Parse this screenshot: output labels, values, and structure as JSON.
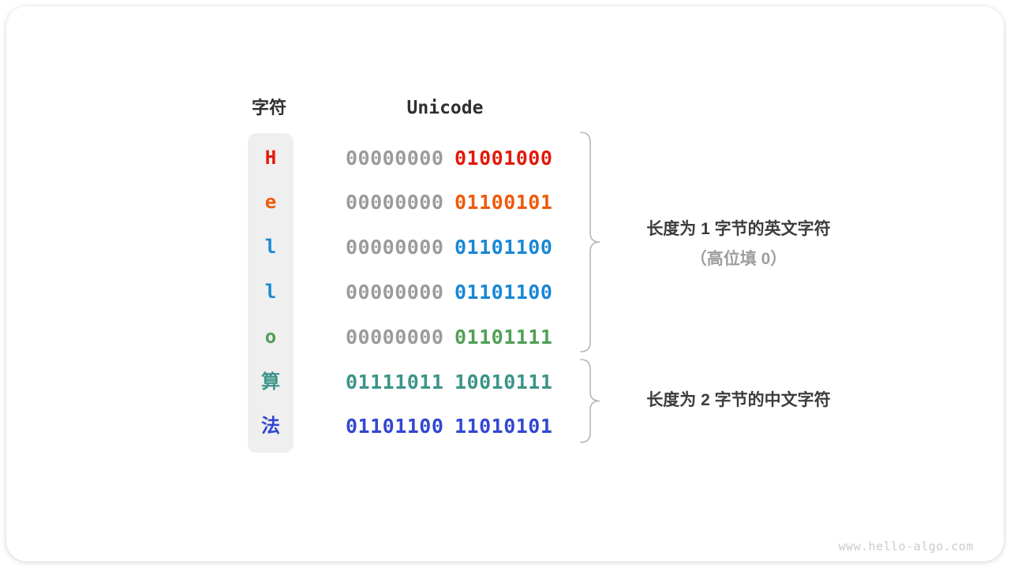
{
  "figure": {
    "header": {
      "char_column": "字符",
      "unicode_column": "Unicode"
    },
    "rows": [
      {
        "char": "H",
        "byte1": "00000000",
        "byte2": "01001000",
        "char_color": "#e2190b",
        "byte1_color": "#9b9b9b",
        "byte2_color": "#e2190b"
      },
      {
        "char": "e",
        "byte1": "00000000",
        "byte2": "01100101",
        "char_color": "#ee5a0c",
        "byte1_color": "#9b9b9b",
        "byte2_color": "#ee5a0c"
      },
      {
        "char": "l",
        "byte1": "00000000",
        "byte2": "01101100",
        "char_color": "#1987d5",
        "byte1_color": "#9b9b9b",
        "byte2_color": "#1987d5"
      },
      {
        "char": "l",
        "byte1": "00000000",
        "byte2": "01101100",
        "char_color": "#1987d5",
        "byte1_color": "#9b9b9b",
        "byte2_color": "#1987d5"
      },
      {
        "char": "o",
        "byte1": "00000000",
        "byte2": "01101111",
        "char_color": "#50a055",
        "byte1_color": "#9b9b9b",
        "byte2_color": "#50a055"
      },
      {
        "char": "算",
        "byte1": "01111011",
        "byte2": "10010111",
        "char_color": "#3c9488",
        "byte1_color": "#3c9488",
        "byte2_color": "#3c9488"
      },
      {
        "char": "法",
        "byte1": "01101100",
        "byte2": "11010101",
        "char_color": "#3347d1",
        "byte1_color": "#3347d1",
        "byte2_color": "#3347d1"
      }
    ],
    "annotations": {
      "english": {
        "line1": "长度为 1 字节的英文字符",
        "line2": "（高位填 0）"
      },
      "chinese": {
        "line1": "长度为 2 字节的中文字符"
      }
    },
    "watermark": "www.hello-algo.com",
    "colors": {
      "char_column_bg": "#efefef",
      "brace": "#b6b6b6",
      "header_text": "#2f2f2f",
      "annotation_text": "#3c3c3c",
      "annotation_muted": "#9e9e9e",
      "byte_muted": "#9b9b9b",
      "watermark": "#cccccc"
    }
  }
}
